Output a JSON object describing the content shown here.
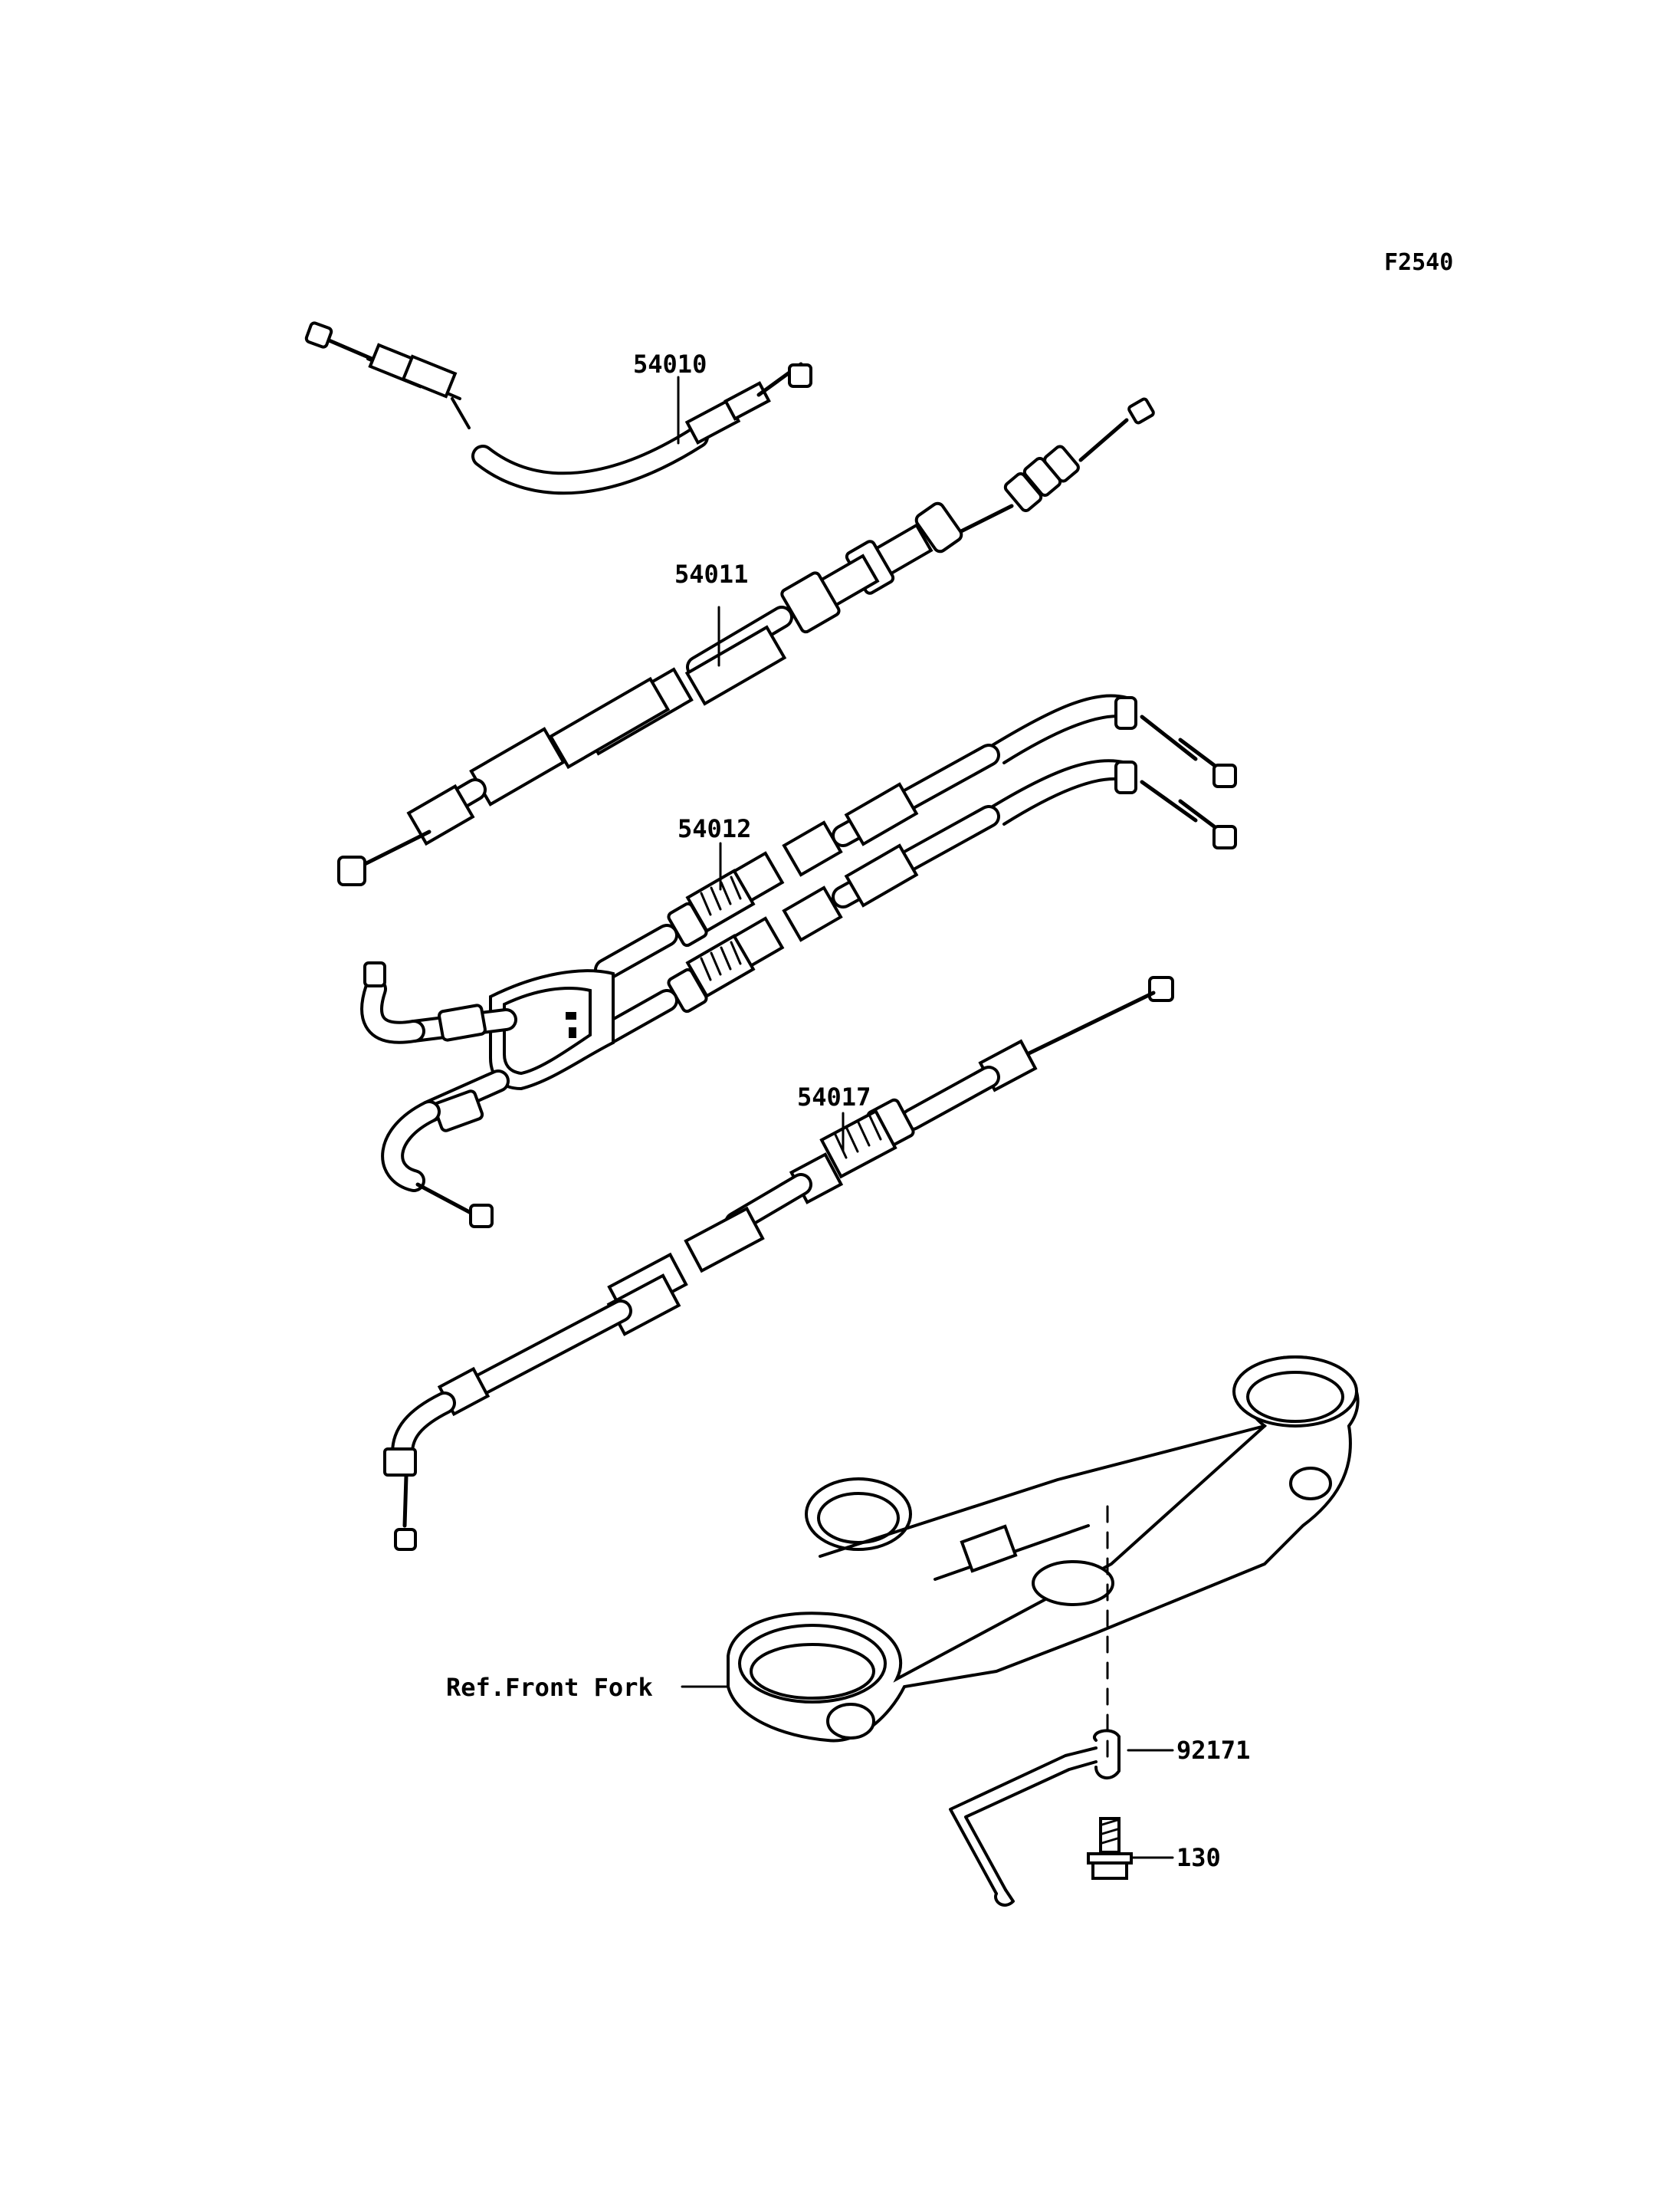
{
  "figure_code": "F2540",
  "parts": [
    {
      "number": "54010"
    },
    {
      "number": "54011"
    },
    {
      "number": "54012"
    },
    {
      "number": "54017"
    },
    {
      "number": "92171"
    },
    {
      "number": "130"
    }
  ],
  "reference": "Ref.Front Fork"
}
